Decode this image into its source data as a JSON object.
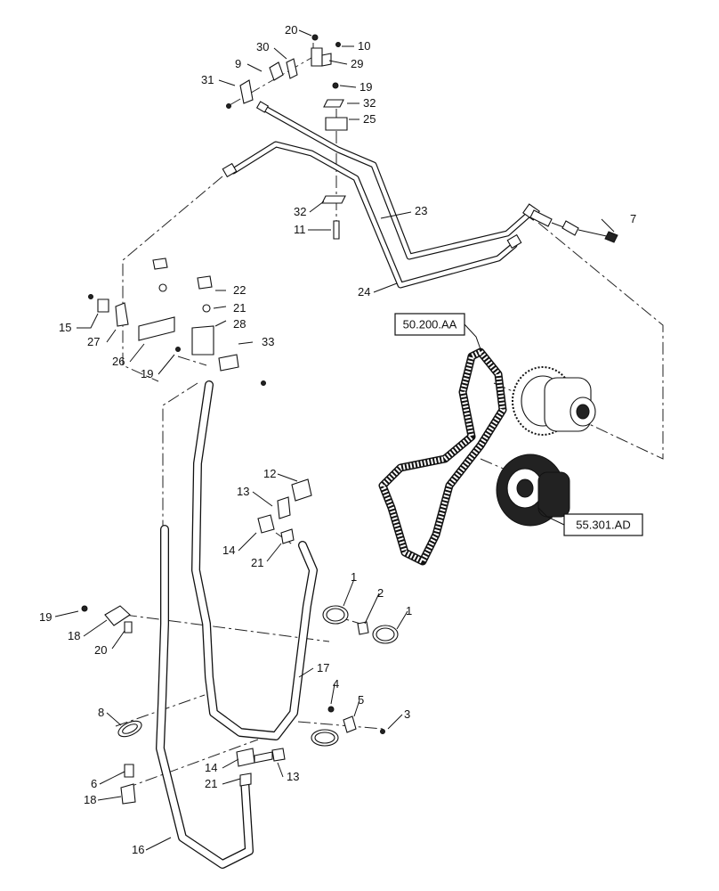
{
  "callouts": {
    "c20a": "20",
    "c10": "10",
    "c30": "30",
    "c9": "9",
    "c29": "29",
    "c31": "31",
    "c19a": "19",
    "c32a": "32",
    "c25": "25",
    "c23": "23",
    "c7": "7",
    "c32b": "32",
    "c11": "11",
    "c24": "24",
    "c22": "22",
    "c21a": "21",
    "c15": "15",
    "c28": "28",
    "c27": "27",
    "c33": "33",
    "c26": "26",
    "c19b": "19",
    "c12": "12",
    "c13a": "13",
    "c14a": "14",
    "c21b": "21",
    "c1a": "1",
    "c2": "2",
    "c1b": "1",
    "c19c": "19",
    "c18a": "18",
    "c20b": "20",
    "c17": "17",
    "c4": "4",
    "c5": "5",
    "c3": "3",
    "c8": "8",
    "c14b": "14",
    "c13b": "13",
    "c21c": "21",
    "c6": "6",
    "c18b": "18",
    "c16": "16"
  },
  "references": {
    "belt_ref": "50.200.AA",
    "alternator_ref": "55.301.AD"
  }
}
